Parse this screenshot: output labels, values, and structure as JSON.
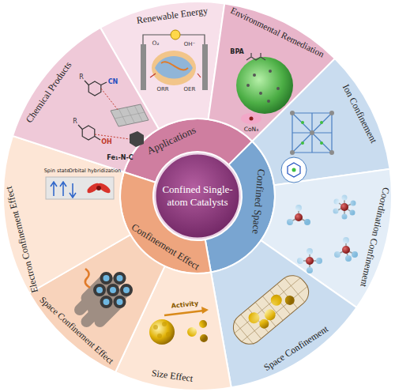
{
  "diagram": {
    "nodes": [
      {
        "text": [
          "Confined Single-atom Catalysts"
        ]
      },
      {
        "text": [
          "Applications"
        ]
      },
      {
        "text": [
          "Confined Space"
        ]
      },
      {
        "text": [
          "Confinement Effect"
        ]
      },
      {
        "text": [
          "Renewable Energy"
        ]
      },
      {
        "text": [
          "Environmental Remediation"
        ]
      },
      {
        "text": [
          "Ion Confinement"
        ]
      },
      {
        "text": [
          "Coordination Confinement"
        ]
      },
      {
        "text": [
          "Space Confinement"
        ]
      },
      {
        "text": [
          "Size Effect"
        ]
      },
      {
        "text": [
          "Space Confinement Effect"
        ]
      },
      {
        "text": [
          "Electron Confinement Effect"
        ]
      },
      {
        "text": [
          "Chemical Products"
        ]
      }
    ],
    "labels": [
      "O₂",
      "ORR",
      "OER",
      "OH⁻",
      "BPA",
      "CoN₄",
      "CN",
      "OH",
      "R",
      "R",
      "Fe₁-N-C",
      "Spin state",
      "Orbital hybridization",
      "Activity"
    ]
  }
}
